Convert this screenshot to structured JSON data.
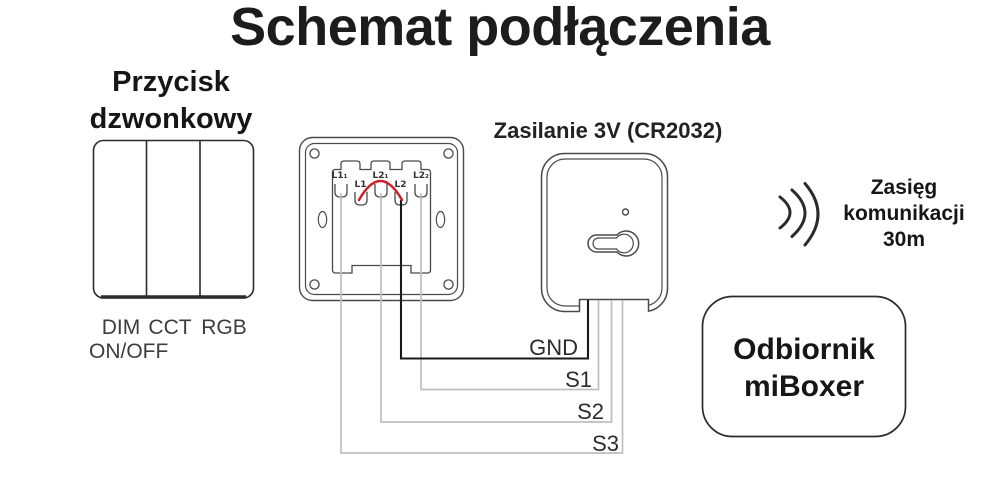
{
  "title": "Schemat podłączenia",
  "doorbell": {
    "label_line1": "Przycisk",
    "label_line2": "dzwonkowy",
    "buttons": [
      "DIM",
      "CCT",
      "RGB"
    ],
    "extra_function": "ON/OFF"
  },
  "wallplate": {
    "terminals": [
      "L1₁",
      "L1",
      "L2₁",
      "L2",
      "L2₂"
    ]
  },
  "power_label": "Zasilanie 3V (CR2032)",
  "wire_labels": [
    "GND",
    "S1",
    "S2",
    "S3"
  ],
  "range": {
    "line1": "Zasięg",
    "line2": "komunikacji",
    "line3": "30m"
  },
  "receiver": {
    "line1": "Odbiornik",
    "line2": "miBoxer"
  },
  "colors": {
    "dark": "#2b2b2b",
    "outline": "#4a4a4a",
    "wire_gray": "#bfbfbf",
    "wire_black": "#1a1a1a",
    "jumper_red": "#cb2128"
  }
}
